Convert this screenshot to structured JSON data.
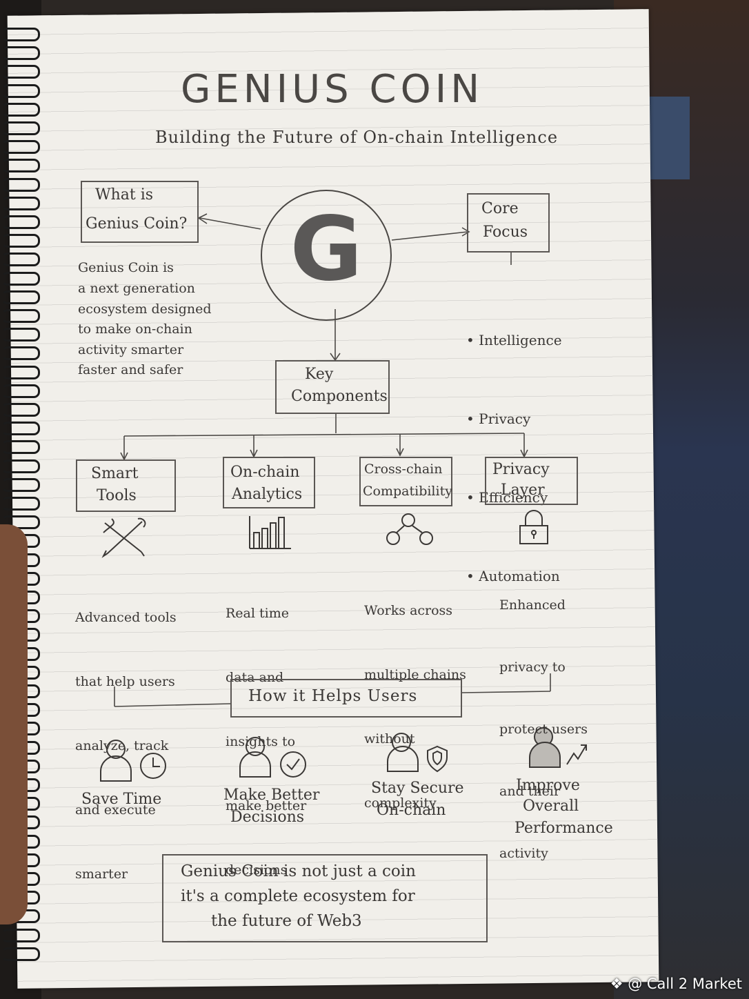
{
  "header": {
    "title": "GENIUS COIN",
    "subtitle": "Building the Future of On-chain Intelligence"
  },
  "center_logo": "G",
  "what_is": {
    "heading_line1": "What is",
    "heading_line2": "Genius Coin?",
    "desc": [
      "Genius Coin is",
      "a next generation",
      "ecosystem designed",
      "to make on-chain",
      "activity smarter",
      "faster and safer"
    ]
  },
  "core_focus": {
    "heading_line1": "Core",
    "heading_line2": "Focus",
    "items": [
      "Intelligence",
      "Privacy",
      "Efficiency",
      "Automation"
    ]
  },
  "key_components": {
    "heading_line1": "Key",
    "heading_line2": "Components",
    "components": [
      {
        "title1": "Smart",
        "title2": "Tools",
        "icon": "tools-icon",
        "desc": [
          "Advanced tools",
          "that help users",
          "analyze, track",
          "and execute",
          "smarter"
        ]
      },
      {
        "title1": "On-chain",
        "title2": "Analytics",
        "icon": "bar-chart-icon",
        "desc": [
          "Real time",
          "data and",
          "insights to",
          "make better",
          "decisions"
        ]
      },
      {
        "title1": "Cross-chain",
        "title2": "Compatibility",
        "icon": "network-icon",
        "desc": [
          "Works across",
          "multiple chains",
          "without",
          "complexity"
        ]
      },
      {
        "title1": "Privacy",
        "title2": "Layer",
        "icon": "lock-icon",
        "desc": [
          "Enhanced",
          "privacy to",
          "protect users",
          "and their",
          "activity"
        ]
      }
    ]
  },
  "how_it_helps": {
    "heading": "How it Helps Users",
    "benefits": [
      {
        "line1": "Save Time",
        "line2": "",
        "icon": "clock-icon"
      },
      {
        "line1": "Make Better",
        "line2": "Decisions",
        "icon": "check-icon"
      },
      {
        "line1": "Stay Secure",
        "line2": "On-chain",
        "icon": "shield-icon"
      },
      {
        "line1": "Improve",
        "line2": "Overall",
        "line3": "Performance",
        "icon": "trend-up-icon"
      }
    ]
  },
  "conclusion": {
    "line1": "Genius Coin is not just a coin",
    "line2": "it's a complete ecosystem for",
    "line3": "the future of Web3"
  },
  "watermark": "@ Call 2 Market"
}
